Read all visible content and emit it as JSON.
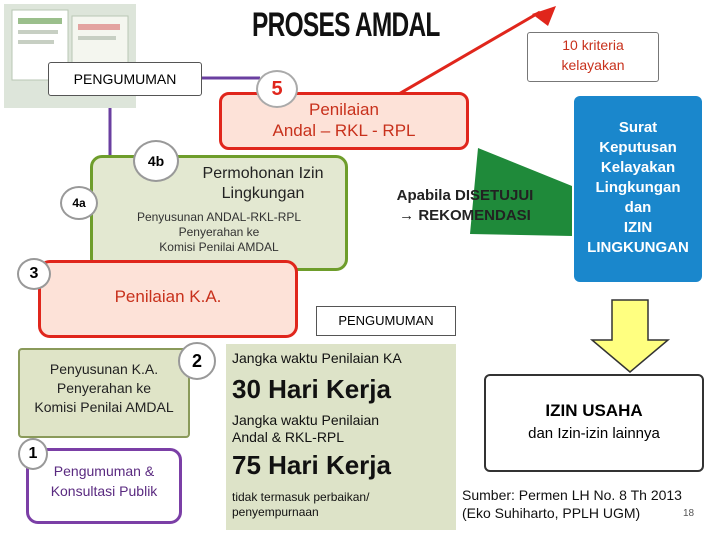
{
  "title": "PROSES AMDAL",
  "pengumuman_top": "PENGUMUMAN",
  "kriteria": [
    "10 kriteria",
    "kelayakan"
  ],
  "steps": {
    "step5": {
      "badge": "5",
      "lines": [
        "Penilaian",
        "Andal – RKL - RPL"
      ]
    },
    "step4b": {
      "badge": "4b",
      "lines": [
        "Permohonan Izin",
        "Lingkungan"
      ]
    },
    "step4a": {
      "badge": "4a",
      "lines": [
        "Penyusunan ANDAL-RKL-RPL",
        "Penyerahan ke",
        "Komisi Penilai AMDAL"
      ]
    },
    "step3": {
      "badge": "3",
      "label": "Penilaian K.A."
    },
    "step2": {
      "badge": "2",
      "lines": [
        "Penyusunan K.A.",
        "Penyerahan ke",
        "Komisi Penilai AMDAL"
      ]
    },
    "step1": {
      "badge": "1",
      "lines": [
        "Pengumuman &",
        "Konsultasi Publik"
      ]
    }
  },
  "apabila": [
    "Apabila DISETUJUI",
    "→ REKOMENDASI"
  ],
  "surat": [
    "Surat",
    "Keputusan",
    "Kelayakan",
    "Lingkungan",
    "dan",
    "IZIN",
    "LINGKUNGAN"
  ],
  "pengumuman_mid": "PENGUMUMAN",
  "info": {
    "ka_label": "Jangka waktu Penilaian KA",
    "ka_value": "30 Hari Kerja",
    "andal_label": [
      "Jangka waktu Penilaian",
      "Andal & RKL-RPL"
    ],
    "andal_value": "75 Hari Kerja",
    "note": [
      "tidak termasuk perbaikan/",
      "penyempurnaan"
    ]
  },
  "izin_usaha": {
    "title": "IZIN USAHA",
    "sub": "dan  Izin-izin lainnya"
  },
  "sumber": [
    "Sumber: Permen LH No. 8 Th 2013",
    "(Eko Suhiharto, PPLH UGM)"
  ],
  "page_number": "18",
  "colors": {
    "red": "#e0261c",
    "green": "#6e9d2b",
    "purple": "#7b3fa6",
    "blue": "#1a87cc"
  }
}
